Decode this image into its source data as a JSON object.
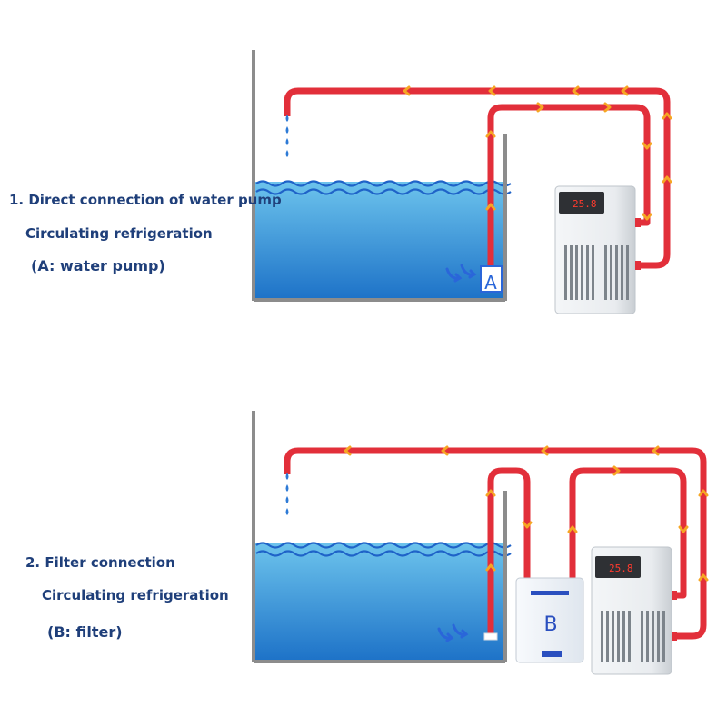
{
  "colors": {
    "pipe": "#e22f3a",
    "arrow": "#f6a623",
    "water_top": "#6cc3ec",
    "water_bottom": "#1e73c8",
    "text": "#1f3f7a",
    "tank_wall": "#8c8c8c"
  },
  "panel1": {
    "line1": "1. Direct connection of water pump",
    "line2": "Circulating refrigeration",
    "line3": "(A: water pump)",
    "device_letter": "A",
    "chiller_display": "25.8"
  },
  "panel2": {
    "line1": "2. Filter connection",
    "line2": "Circulating refrigeration",
    "line3": "(B: filter)",
    "device_letter": "B",
    "chiller_display": "25.8"
  }
}
